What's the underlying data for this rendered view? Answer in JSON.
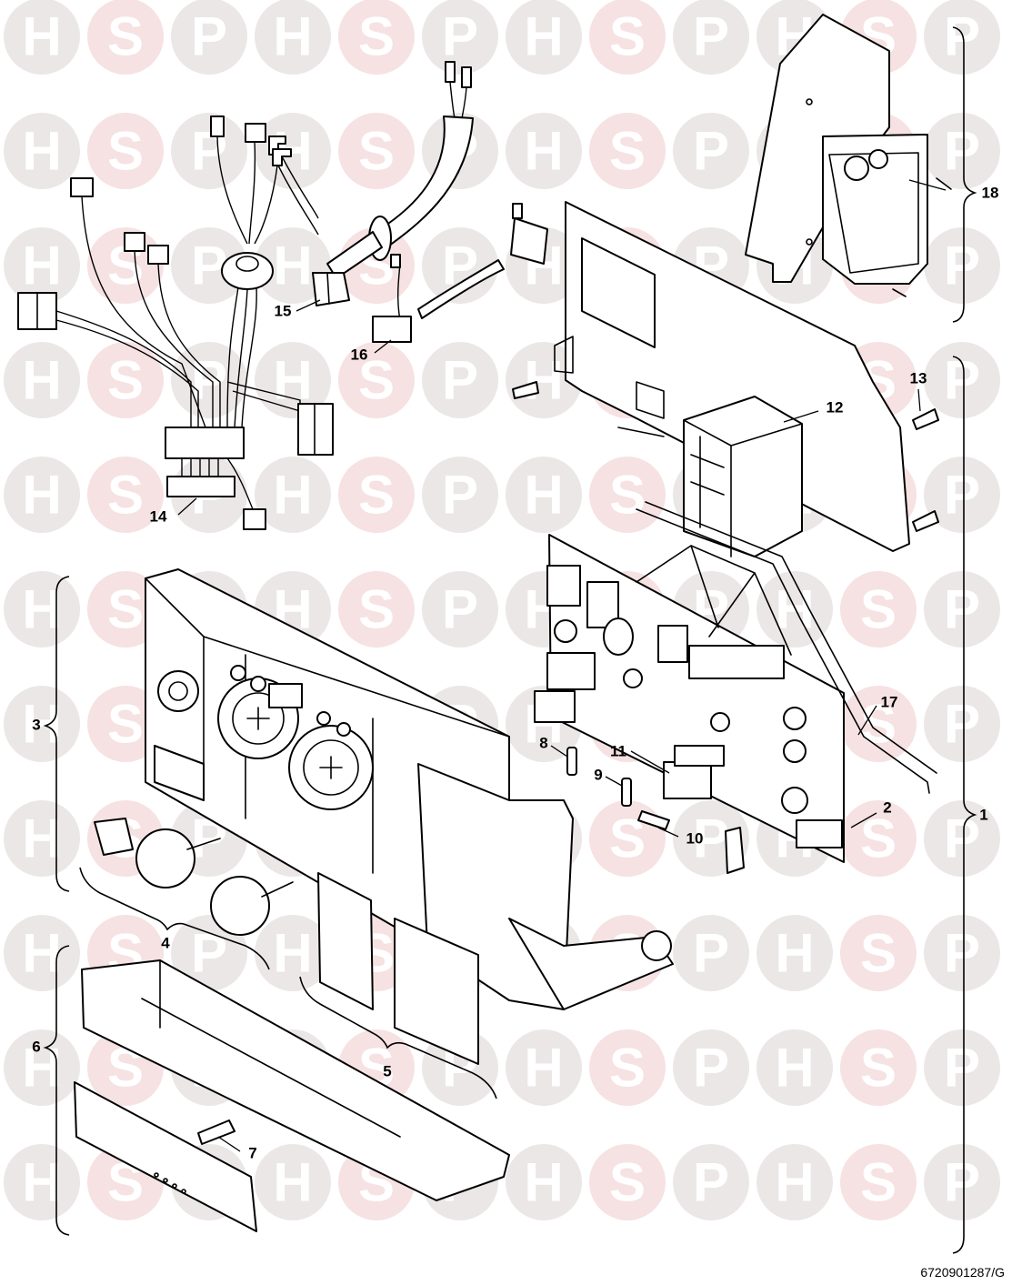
{
  "watermark": {
    "letters": [
      "H",
      "S",
      "P"
    ],
    "color": "#ece7e7",
    "accent": "#f6e2e2"
  },
  "diagram": {
    "callouts": [
      {
        "id": "c1",
        "label": "1"
      },
      {
        "id": "c2",
        "label": "2"
      },
      {
        "id": "c3",
        "label": "3"
      },
      {
        "id": "c4",
        "label": "4"
      },
      {
        "id": "c5",
        "label": "5"
      },
      {
        "id": "c6",
        "label": "6"
      },
      {
        "id": "c7",
        "label": "7"
      },
      {
        "id": "c8",
        "label": "8"
      },
      {
        "id": "c9",
        "label": "9"
      },
      {
        "id": "c10",
        "label": "10"
      },
      {
        "id": "c11",
        "label": "11"
      },
      {
        "id": "c12",
        "label": "12"
      },
      {
        "id": "c13",
        "label": "13"
      },
      {
        "id": "c14",
        "label": "14"
      },
      {
        "id": "c15",
        "label": "15"
      },
      {
        "id": "c16",
        "label": "16"
      },
      {
        "id": "c17",
        "label": "17"
      },
      {
        "id": "c18",
        "label": "18"
      }
    ],
    "reference_code": "6720901287/G"
  }
}
